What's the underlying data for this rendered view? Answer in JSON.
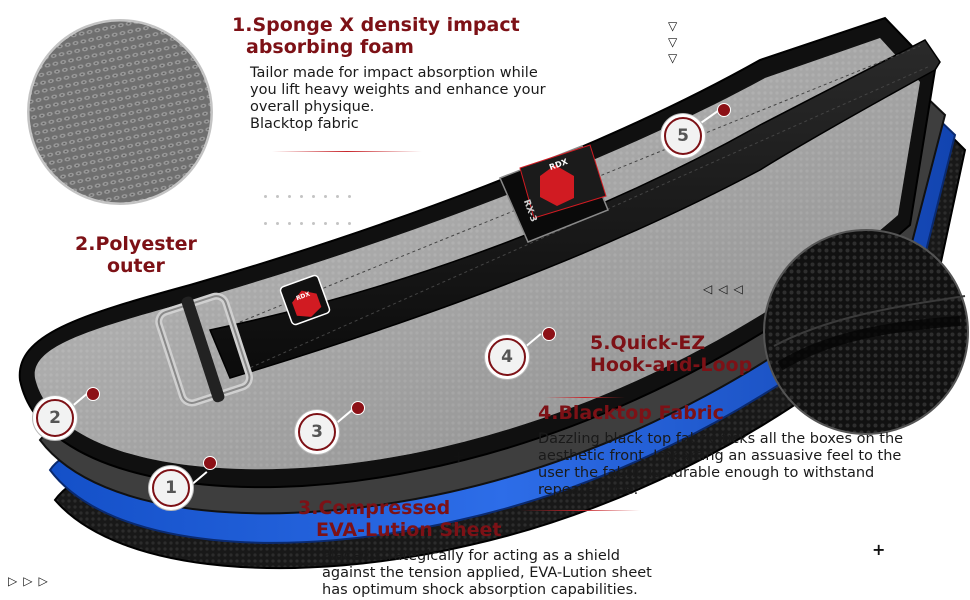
{
  "features": {
    "f1": {
      "title_line1": "1.Sponge X density impact",
      "title_line2": "absorbing foam",
      "body_lines": [
        "Tailor made for impact absorption while",
        "you lift heavy weights and enhance your",
        "overall physique.",
        "Blacktop fabric"
      ]
    },
    "f2": {
      "title_line1": "2.Polyester",
      "title_line2": "outer"
    },
    "f3": {
      "title_line1": "3.Compressed",
      "title_line2": "EVA-Lution Sheet",
      "body_lines": [
        "Placed strategically for acting as a shield",
        "against the tension applied, EVA-Lution sheet",
        "has optimum shock absorption capabilities."
      ]
    },
    "f4": {
      "title": "4.Blacktop Fabric",
      "body_lines": [
        "Dazzling black top fabric ticks all the boxes on the",
        "aesthetic front. Imparting an assuasive feel to the",
        "user the fabric is durable enough to withstand",
        "repeated use."
      ]
    },
    "f5": {
      "title_line1": "5.Quick-EZ",
      "title_line2": "Hook-and-Loop"
    }
  },
  "markers": [
    "1",
    "2",
    "3",
    "4",
    "5"
  ],
  "brand": {
    "logo_text": "RDX",
    "model_text": "RX-3"
  },
  "colors": {
    "accent": "#7d1116",
    "blue": "#1f5fd6",
    "belt_black": "#141414",
    "belt_grey": "#b8b8b8"
  }
}
